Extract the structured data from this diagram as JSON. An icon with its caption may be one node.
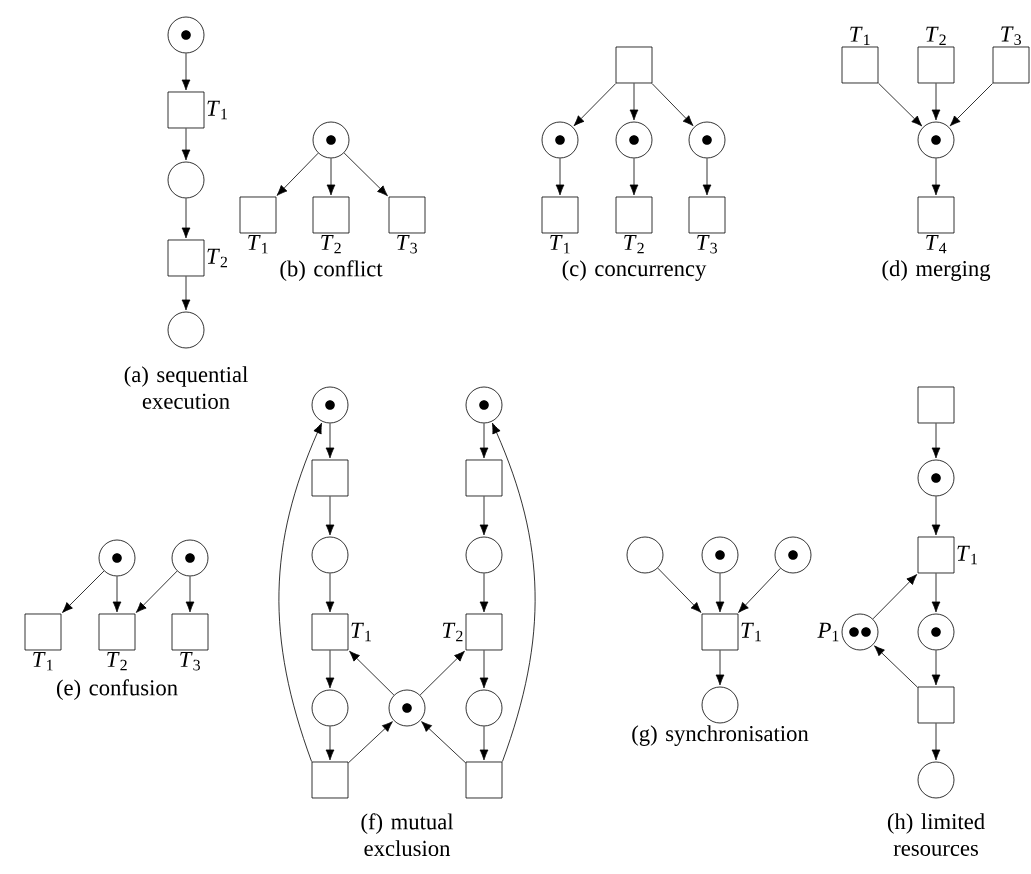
{
  "diagram": {
    "nodes": [
      {
        "text": [],
        "shape": "circle"
      },
      {
        "text": [],
        "shape": "box",
        "beside": [
          "*T*$_{1}$"
        ]
      },
      {
        "text": [],
        "shape": "circle"
      },
      {
        "text": [],
        "shape": "box",
        "beside": [
          "*T*$_{2}$"
        ]
      },
      {
        "text": [],
        "shape": "circle"
      },
      {
        "text": [],
        "shape": "circle"
      },
      {
        "text": [],
        "shape": "box",
        "beside": [
          "*T*$_{1}$"
        ]
      },
      {
        "text": [],
        "shape": "box",
        "beside": [
          "*T*$_{2}$"
        ]
      },
      {
        "text": [],
        "shape": "box",
        "beside": [
          "*T*$_{3}$"
        ]
      },
      {
        "text": [],
        "shape": "box"
      },
      {
        "text": [],
        "shape": "circle"
      },
      {
        "text": [],
        "shape": "circle"
      },
      {
        "text": [],
        "shape": "circle"
      },
      {
        "text": [],
        "shape": "box",
        "beside": [
          "*T*$_{1}$"
        ]
      },
      {
        "text": [],
        "shape": "box",
        "beside": [
          "*T*$_{2}$"
        ]
      },
      {
        "text": [],
        "shape": "box",
        "beside": [
          "*T*$_{3}$"
        ]
      },
      {
        "text": [],
        "shape": "box",
        "beside": [
          "*T*$_{1}$"
        ]
      },
      {
        "text": [],
        "shape": "box",
        "beside": [
          "*T*$_{2}$"
        ]
      },
      {
        "text": [],
        "shape": "box",
        "beside": [
          "*T*$_{3}$"
        ]
      },
      {
        "text": [],
        "shape": "circle"
      },
      {
        "text": [],
        "shape": "box",
        "beside": [
          "*T*$_{4}$"
        ]
      },
      {
        "text": [],
        "shape": "circle"
      },
      {
        "text": [],
        "shape": "circle"
      },
      {
        "text": [],
        "shape": "box",
        "beside": [
          "*T*$_{1}$"
        ]
      },
      {
        "text": [],
        "shape": "box",
        "beside": [
          "*T*$_{2}$"
        ]
      },
      {
        "text": [],
        "shape": "box",
        "beside": [
          "*T*$_{3}$"
        ]
      },
      {
        "text": [],
        "shape": "circle"
      },
      {
        "text": [],
        "shape": "circle"
      },
      {
        "text": [],
        "shape": "box"
      },
      {
        "text": [],
        "shape": "box"
      },
      {
        "text": [],
        "shape": "circle"
      },
      {
        "text": [],
        "shape": "circle"
      },
      {
        "text": [],
        "shape": "box",
        "beside": [
          "*T*$_{1}$"
        ]
      },
      {
        "text": [],
        "shape": "box",
        "beside": [
          "*T*$_{2}$"
        ]
      },
      {
        "text": [],
        "shape": "circle"
      },
      {
        "text": [],
        "shape": "circle"
      },
      {
        "text": [],
        "shape": "circle"
      },
      {
        "text": [],
        "shape": "box"
      },
      {
        "text": [],
        "shape": "box"
      },
      {
        "text": [],
        "shape": "circle"
      },
      {
        "text": [],
        "shape": "circle"
      },
      {
        "text": [],
        "shape": "circle"
      },
      {
        "text": [],
        "shape": "box",
        "beside": [
          "*T*$_{1}$"
        ]
      },
      {
        "text": [],
        "shape": "circle"
      },
      {
        "text": [],
        "shape": "box"
      },
      {
        "text": [],
        "shape": "circle"
      },
      {
        "text": [],
        "shape": "box",
        "beside": [
          "*T*$_{1}$"
        ]
      },
      {
        "text": [],
        "shape": "circle",
        "beside": [
          "*P*$_{1}$"
        ]
      },
      {
        "text": [],
        "shape": "circle"
      },
      {
        "text": [],
        "shape": "box"
      },
      {
        "text": [],
        "shape": "circle"
      }
    ],
    "edges": [
      {
        "from": 0,
        "to": 1,
        "arrow": "to"
      },
      {
        "from": 1,
        "to": 2,
        "arrow": "to"
      },
      {
        "from": 2,
        "to": 3,
        "arrow": "to"
      },
      {
        "from": 3,
        "to": 4,
        "arrow": "to"
      },
      {
        "from": 5,
        "to": 6,
        "arrow": "to"
      },
      {
        "from": 5,
        "to": 7,
        "arrow": "to"
      },
      {
        "from": 5,
        "to": 8,
        "arrow": "to"
      },
      {
        "from": 9,
        "to": 10,
        "arrow": "to"
      },
      {
        "from": 9,
        "to": 11,
        "arrow": "to"
      },
      {
        "from": 9,
        "to": 12,
        "arrow": "to"
      },
      {
        "from": 10,
        "to": 13,
        "arrow": "to"
      },
      {
        "from": 11,
        "to": 14,
        "arrow": "to"
      },
      {
        "from": 12,
        "to": 15,
        "arrow": "to"
      },
      {
        "from": 16,
        "to": 19,
        "arrow": "to"
      },
      {
        "from": 17,
        "to": 19,
        "arrow": "to"
      },
      {
        "from": 18,
        "to": 19,
        "arrow": "to"
      },
      {
        "from": 19,
        "to": 20,
        "arrow": "to"
      },
      {
        "from": 21,
        "to": 23,
        "arrow": "to"
      },
      {
        "from": 21,
        "to": 24,
        "arrow": "to"
      },
      {
        "from": 22,
        "to": 24,
        "arrow": "to"
      },
      {
        "from": 22,
        "to": 25,
        "arrow": "to"
      },
      {
        "from": 26,
        "to": 28,
        "arrow": "to"
      },
      {
        "from": 28,
        "to": 30,
        "arrow": "to"
      },
      {
        "from": 30,
        "to": 32,
        "arrow": "to"
      },
      {
        "from": 32,
        "to": 34,
        "arrow": "to"
      },
      {
        "from": 34,
        "to": 37,
        "arrow": "to"
      },
      {
        "from": 37,
        "to": 26,
        "arrow": "to"
      },
      {
        "from": 37,
        "to": 35,
        "arrow": "to"
      },
      {
        "from": 35,
        "to": 32,
        "arrow": "to"
      },
      {
        "from": 35,
        "to": 33,
        "arrow": "to"
      },
      {
        "from": 38,
        "to": 35,
        "arrow": "to"
      },
      {
        "from": 27,
        "to": 29,
        "arrow": "to"
      },
      {
        "from": 29,
        "to": 31,
        "arrow": "to"
      },
      {
        "from": 31,
        "to": 33,
        "arrow": "to"
      },
      {
        "from": 33,
        "to": 36,
        "arrow": "to"
      },
      {
        "from": 36,
        "to": 38,
        "arrow": "to"
      },
      {
        "from": 38,
        "to": 27,
        "arrow": "to"
      },
      {
        "from": 39,
        "to": 42,
        "arrow": "to"
      },
      {
        "from": 40,
        "to": 42,
        "arrow": "to"
      },
      {
        "from": 41,
        "to": 42,
        "arrow": "to"
      },
      {
        "from": 42,
        "to": 43,
        "arrow": "to"
      },
      {
        "from": 44,
        "to": 45,
        "arrow": "to"
      },
      {
        "from": 45,
        "to": 46,
        "arrow": "to"
      },
      {
        "from": 46,
        "to": 48,
        "arrow": "to"
      },
      {
        "from": 48,
        "to": 49,
        "arrow": "to"
      },
      {
        "from": 49,
        "to": 47,
        "arrow": "to"
      },
      {
        "from": 47,
        "to": 46,
        "arrow": "to"
      },
      {
        "from": 49,
        "to": 50,
        "arrow": "to"
      }
    ],
    "labels": [
      "(a) sequential execution",
      "(b) conflict",
      "(c) concurrency",
      "(d) merging",
      "(e) confusion",
      "(f) mutual exclusion",
      "(g) synchronisation",
      "(h) limited resources"
    ]
  }
}
